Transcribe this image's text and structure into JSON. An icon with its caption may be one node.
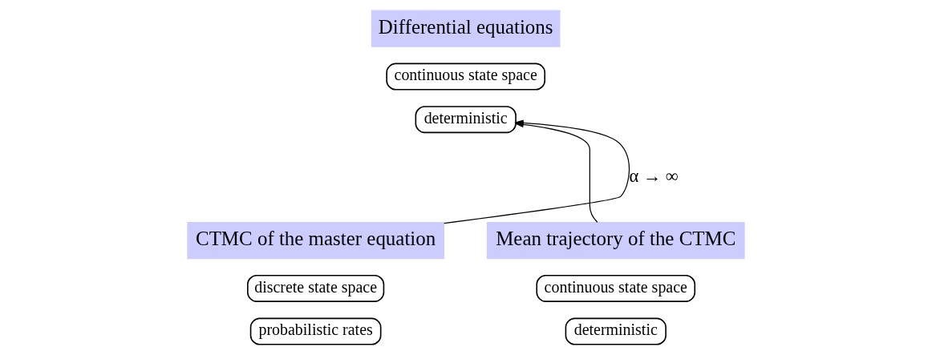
{
  "diagram": {
    "nodes": [
      {
        "text": [
          "Differential equations"
        ]
      },
      {
        "text": [
          "continuous state space"
        ]
      },
      {
        "text": [
          "deterministic"
        ]
      },
      {
        "text": [
          "CTMC of the master equation"
        ]
      },
      {
        "text": [
          "discrete state space"
        ]
      },
      {
        "text": [
          "probabilistic rates"
        ]
      },
      {
        "text": [
          "Mean trajectory of the CTMC"
        ]
      },
      {
        "text": [
          "continuous state space"
        ]
      },
      {
        "text": [
          "deterministic"
        ]
      }
    ],
    "edges": [
      {
        "from": 3,
        "to": 2,
        "arrow": "to",
        "label": "α → ∞"
      },
      {
        "from": 6,
        "to": 2,
        "arrow": "to"
      }
    ]
  }
}
